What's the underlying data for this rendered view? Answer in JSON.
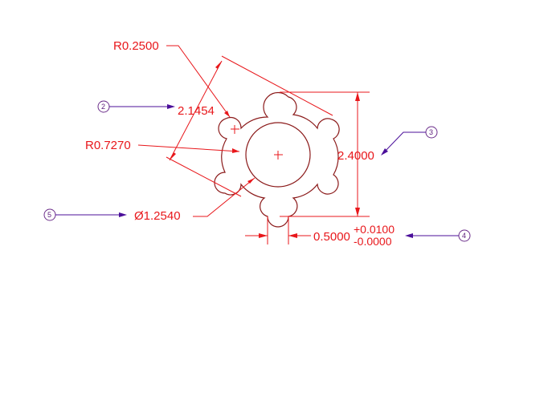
{
  "dimensions": {
    "small_radius": "R0.2500",
    "span": "2.1454",
    "large_radius": "R0.7270",
    "bore_diameter": "Ø1.2540",
    "height": "2.4000",
    "slot_width": "0.5000",
    "tolerance_plus": "+0.0100",
    "tolerance_minus": "-0.0000"
  },
  "balloons": {
    "b2": "2",
    "b3": "3",
    "b4": "4",
    "b5": "5"
  },
  "colors": {
    "dimension": "#e8171b",
    "outline": "#8b1a1a",
    "leader": "#4b0f9a"
  }
}
